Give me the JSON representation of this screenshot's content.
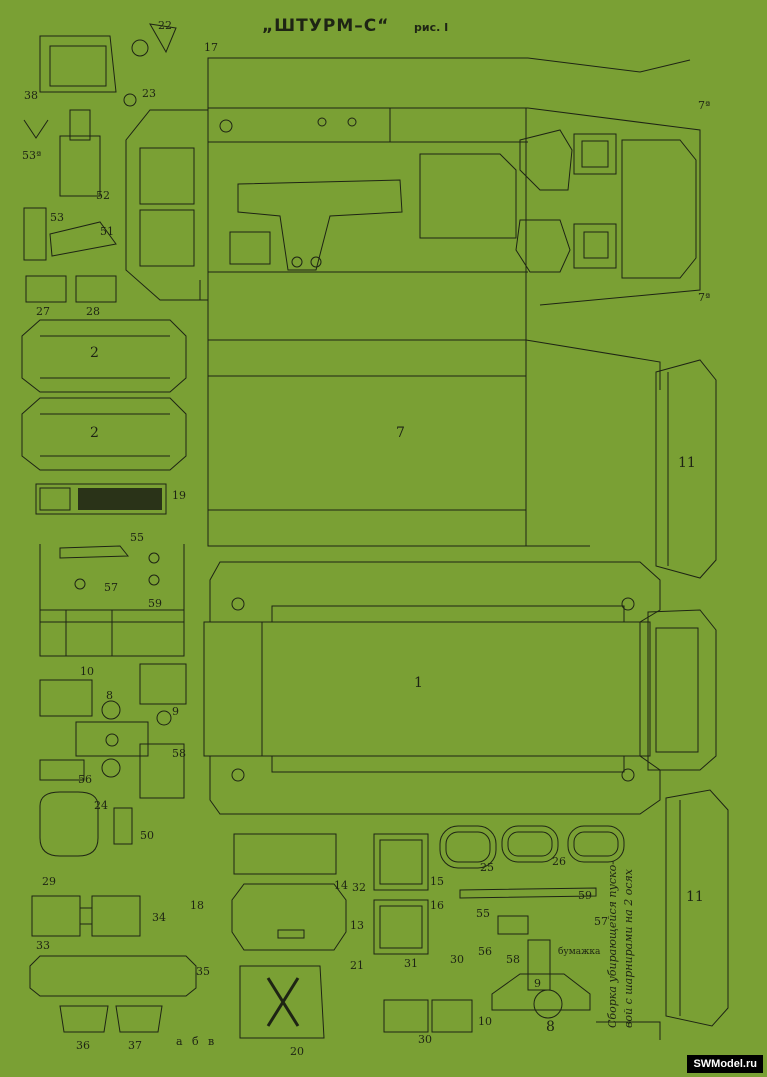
{
  "title": "„ШТУРМ–С“",
  "figure": "рис. I",
  "assembly_note_line1": "Сборка убирающейся пуско-",
  "assembly_note_line2": "вой с шарнирами на 2 осях",
  "leader_label": "бумажка",
  "watermark": "SWModel.ru",
  "colors": {
    "sheet": "#7aa034",
    "ink": "#1e2414"
  },
  "labels": {
    "p1": "1",
    "p2a": "2",
    "p2b": "2",
    "p7": "7",
    "p11a": "11",
    "p11b": "11",
    "p8a": "8",
    "p8b": "8",
    "p9a": "9",
    "p9b": "9",
    "p10a": "10",
    "p10b": "10",
    "p13": "13",
    "p14": "14",
    "p15": "15",
    "p16": "16",
    "p17": "17",
    "p18": "18",
    "p19": "19",
    "p20": "20",
    "p21": "21",
    "p22": "22",
    "p23": "23",
    "p24": "24",
    "p25": "25",
    "p26": "26",
    "p27": "27",
    "p28": "28",
    "p29": "29",
    "p30a": "30",
    "p30b": "30",
    "p31": "31",
    "p32": "32",
    "p33": "33",
    "p34": "34",
    "p35": "35",
    "p36": "36",
    "p37": "37",
    "p38": "38",
    "p50": "50",
    "p51": "51",
    "p52": "52",
    "p53": "53",
    "p53a": "53ª",
    "p55a": "55",
    "p55b": "55",
    "p56a": "56",
    "p56b": "56",
    "p57a": "57",
    "p57b": "57",
    "p58a": "58",
    "p58b": "58",
    "p59a": "59",
    "p59b": "59",
    "p7a": "7ª",
    "p7b": "7ª",
    "la": "а",
    "lb": "б",
    "lv": "в"
  }
}
